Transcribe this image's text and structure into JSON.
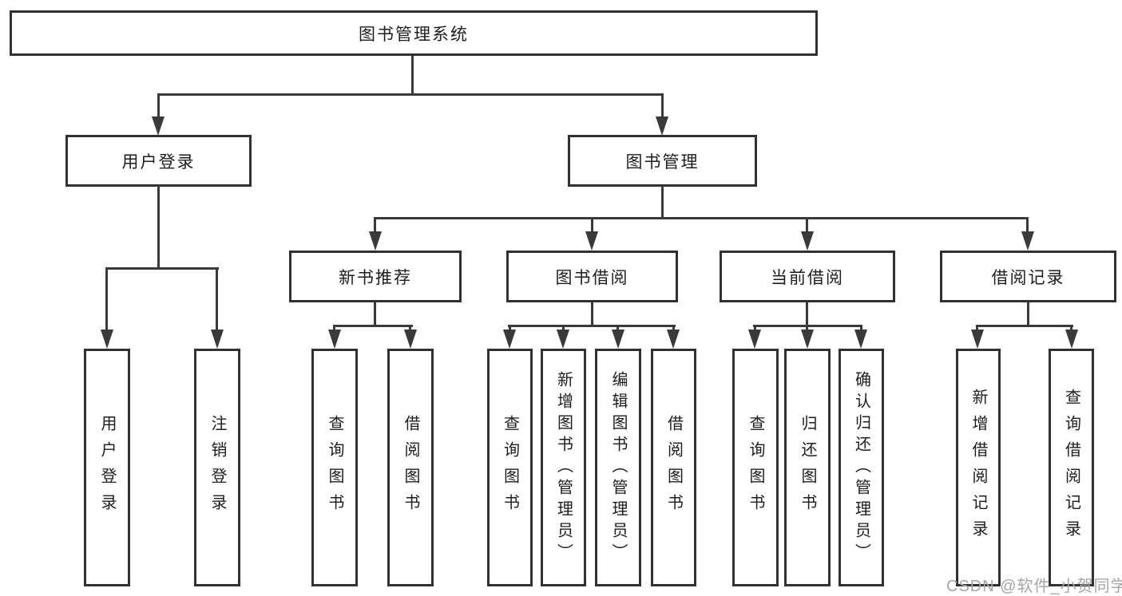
{
  "tree": {
    "label": "图书管理系统",
    "children": [
      {
        "label": "用户登录",
        "children": [
          {
            "label": "用户登录"
          },
          {
            "label": "注销登录"
          }
        ]
      },
      {
        "label": "图书管理",
        "children": [
          {
            "label": "新书推荐",
            "children": [
              {
                "label": "查询图书"
              },
              {
                "label": "借阅图书"
              }
            ]
          },
          {
            "label": "图书借阅",
            "children": [
              {
                "label": "查询图书"
              },
              {
                "label": "新增图书（管理员）"
              },
              {
                "label": "编辑图书（管理员）"
              },
              {
                "label": "借阅图书"
              }
            ]
          },
          {
            "label": "当前借阅",
            "children": [
              {
                "label": "查询图书"
              },
              {
                "label": "归还图书"
              },
              {
                "label": "确认归还（管理员）"
              }
            ]
          },
          {
            "label": "借阅记录",
            "children": [
              {
                "label": "新增借阅记录"
              },
              {
                "label": "查询借阅记录"
              }
            ]
          }
        ]
      }
    ]
  },
  "watermark": "CSDN @软件_小贺同学",
  "colors": {
    "line": "#3a3a3a",
    "border": "#313131",
    "text": "#1d1d1d",
    "watermark": "#a6a6a6",
    "background": "#ffffff"
  }
}
